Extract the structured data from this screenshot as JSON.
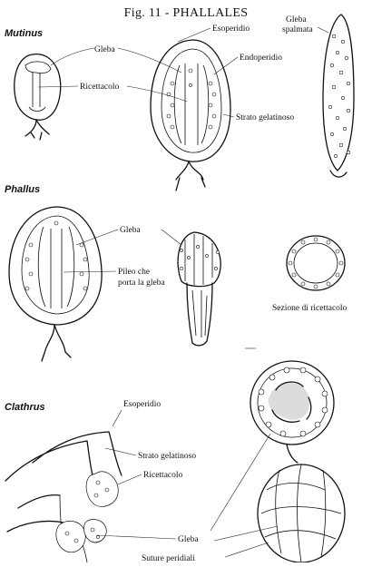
{
  "figure": {
    "title": "Fig. 11 - PHALLALES"
  },
  "sections": {
    "mutinus": "Mutinus",
    "phallus": "Phallus",
    "clathrus": "Clathrus"
  },
  "labels": {
    "mutinus": {
      "gleba": "Gleba",
      "esoperidio": "Esoperidio",
      "endoperidio": "Endoperidio",
      "ricettacolo": "Ricettacolo",
      "strato_gelatinoso": "Strato gelatinoso",
      "gleba_spalmata_1": "Gleba",
      "gleba_spalmata_2": "spalmata"
    },
    "phallus": {
      "gleba": "Gleba",
      "pileo_1": "Pileo che",
      "pileo_2": "porta la gleba",
      "sezione": "Sezione di ricettacolo"
    },
    "clathrus": {
      "esoperidio": "Esoperidio",
      "strato_gelatinoso": "Strato gelatinoso",
      "ricettacolo": "Ricettacolo",
      "gleba": "Gleba",
      "suture": "Suture peridiali"
    }
  }
}
